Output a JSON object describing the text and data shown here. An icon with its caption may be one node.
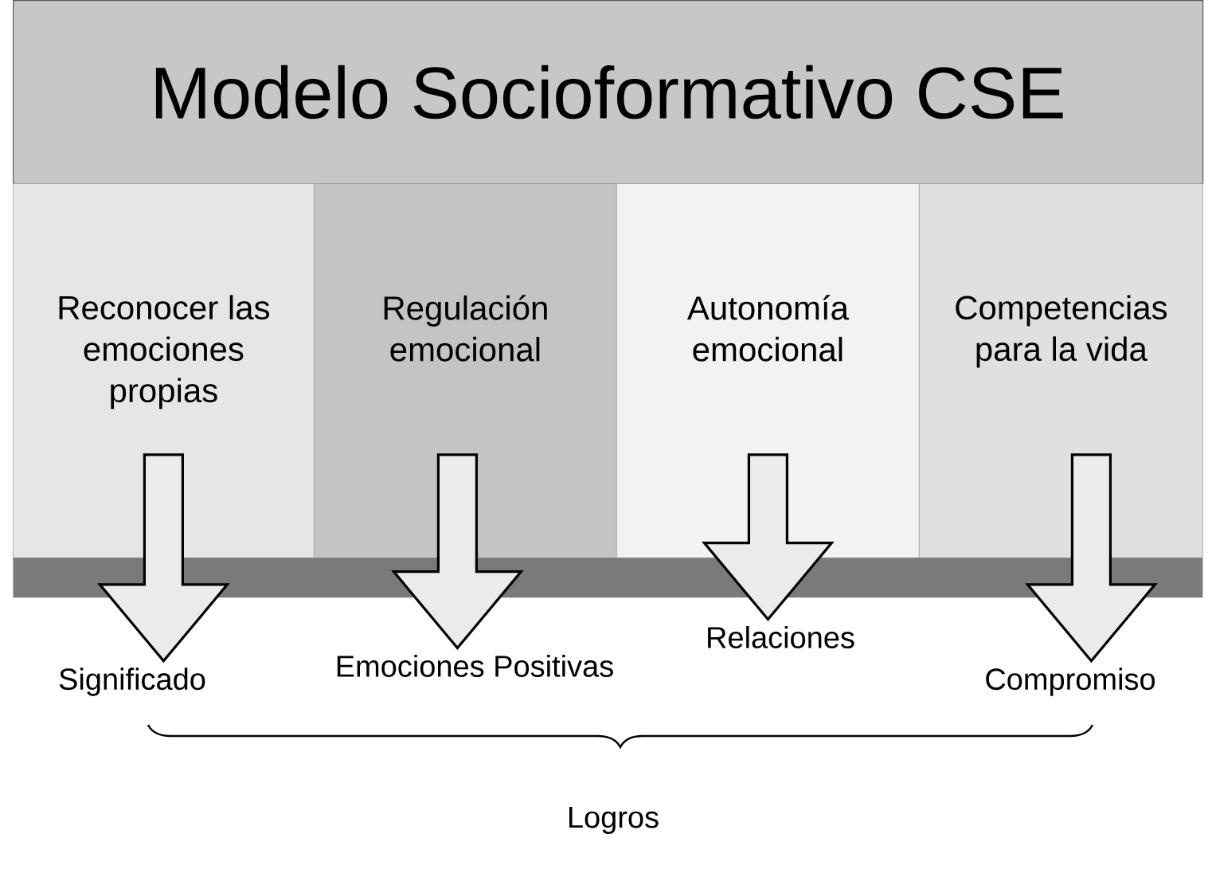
{
  "diagram": {
    "title": "Modelo Socioformativo CSE",
    "nodes": [
      {
        "text": [
          "Reconocer las emociones propias"
        ]
      },
      {
        "text": [
          "Regulación emocional"
        ]
      },
      {
        "text": [
          "Autonomía emocional"
        ]
      },
      {
        "text": [
          "Competencias para la vida"
        ]
      },
      {
        "text": [],
        "shape": "bar"
      },
      {
        "text": [
          "Significado"
        ]
      },
      {
        "text": [
          "Emociones Positivas"
        ]
      },
      {
        "text": [
          "Relaciones"
        ]
      },
      {
        "text": [
          "Compromiso"
        ]
      }
    ],
    "edges": [
      {
        "from": 0,
        "to": 5,
        "arrow": "to"
      },
      {
        "from": 1,
        "to": 6,
        "arrow": "to"
      },
      {
        "from": 2,
        "to": 7,
        "arrow": "to"
      },
      {
        "from": 3,
        "to": 8,
        "arrow": "to"
      }
    ],
    "labels": [
      "Logros"
    ]
  }
}
